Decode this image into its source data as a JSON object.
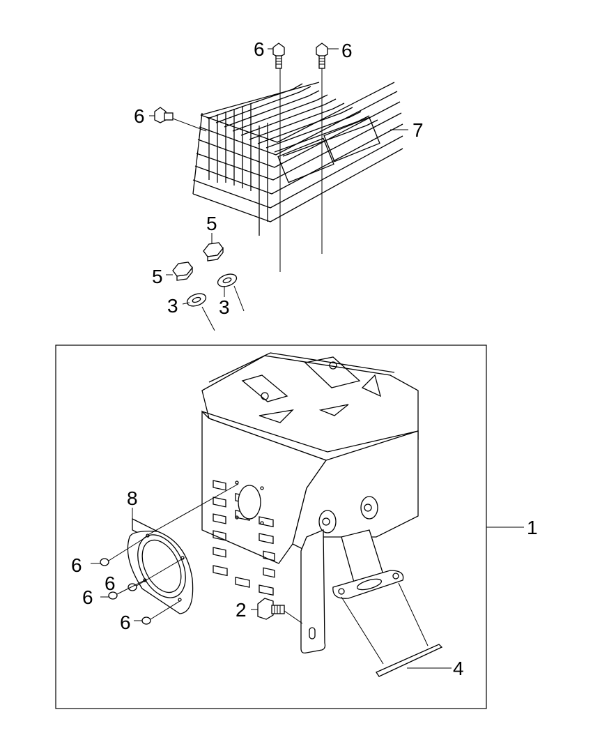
{
  "diagram": {
    "type": "exploded-parts-view",
    "line_color": "#000000",
    "background": "#ffffff"
  },
  "callouts": {
    "c1": "1",
    "c2": "2",
    "c3a": "3",
    "c3b": "3",
    "c4": "4",
    "c5a": "5",
    "c5b": "5",
    "c6a": "6",
    "c6b": "6",
    "c6c": "6",
    "c6d": "6",
    "c6e": "6",
    "c6f": "6",
    "c6g": "6",
    "c7": "7",
    "c8": "8"
  }
}
